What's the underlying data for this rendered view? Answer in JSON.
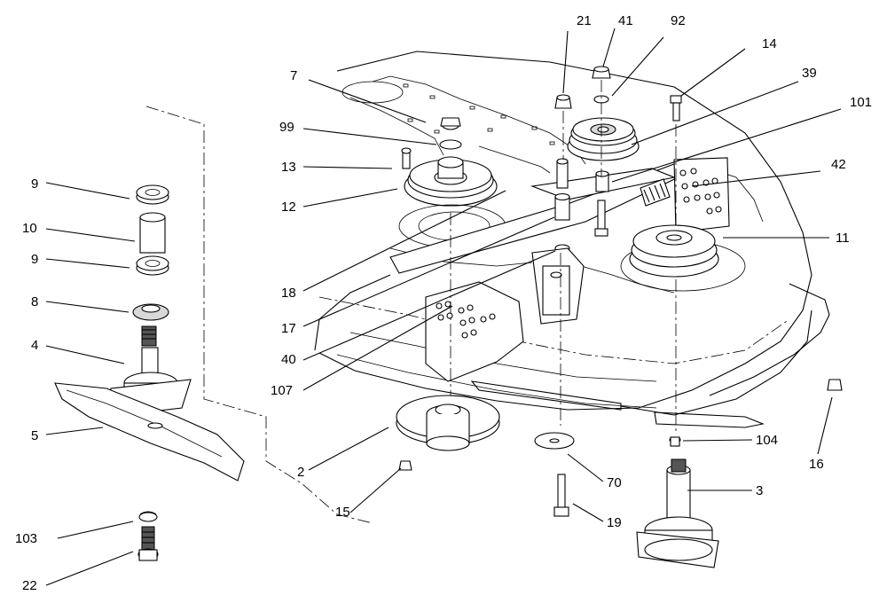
{
  "callouts": {
    "c21": "21",
    "c41": "41",
    "c92": "92",
    "c14": "14",
    "c39": "39",
    "c101": "101",
    "c42": "42",
    "c11": "11",
    "c7": "7",
    "c99": "99",
    "c13": "13",
    "c12": "12",
    "c9a": "9",
    "c10": "10",
    "c9b": "9",
    "c8": "8",
    "c4": "4",
    "c5": "5",
    "c103": "103",
    "c22": "22",
    "c18": "18",
    "c17": "17",
    "c40": "40",
    "c107": "107",
    "c2": "2",
    "c15": "15",
    "c70": "70",
    "c19": "19",
    "c104": "104",
    "c16": "16",
    "c3": "3"
  }
}
